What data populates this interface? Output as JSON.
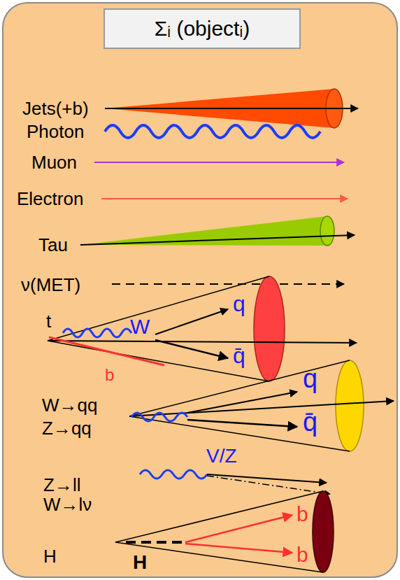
{
  "diagram": {
    "nodes": [
      {
        "text": [
          "Σᵢ (objectᵢ)"
        ]
      }
    ],
    "labels": [
      "Jets(+b)",
      "Photon",
      "Muon",
      "Electron",
      "Tau",
      "ν(MET)",
      "t",
      "W",
      "b",
      "q",
      "q̄",
      "W→qq",
      "Z→qq",
      "q",
      "q̄",
      "V/Z",
      "Z→ll",
      "W→lν",
      "H",
      "H",
      "b",
      "b"
    ]
  }
}
